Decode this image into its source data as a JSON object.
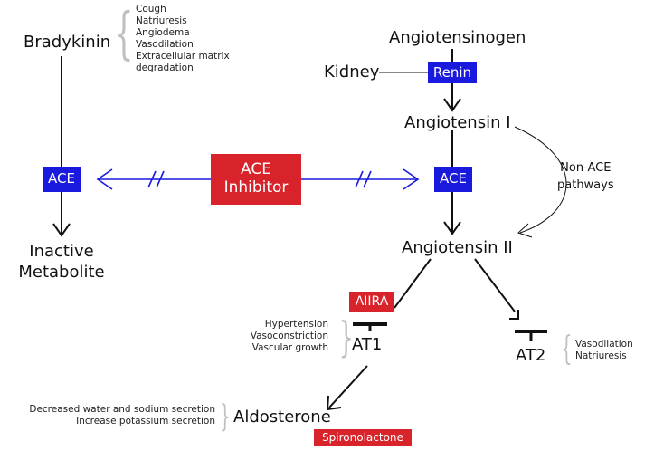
{
  "colors": {
    "blue": "#1a1adf",
    "red": "#d8232a",
    "arrow": "#111111",
    "brace": "#bfbfbf"
  },
  "nodes": {
    "bradykinin": "Bradykinin",
    "angiotensinogen": "Angiotensinogen",
    "kidney": "Kidney",
    "renin": "Renin",
    "angiotensin_i": "Angiotensin I",
    "angiotensin_ii": "Angiotensin II",
    "ace_left": "ACE",
    "ace_right": "ACE",
    "ace_inhibitor": [
      "ACE",
      "Inhibitor"
    ],
    "inactive_metabolite": [
      "Inactive",
      "Metabolite"
    ],
    "non_ace": [
      "Non-ACE",
      "pathways"
    ],
    "aiira": "AIIRA",
    "at1": "AT1",
    "at2": "AT2",
    "aldosterone": "Aldosterone",
    "spironolactone": "Spironolactone"
  },
  "effects": {
    "bradykinin": [
      "Cough",
      "Natriuresis",
      "Angiodema",
      "Vasodilation",
      "Extracellular matrix",
      "degradation"
    ],
    "at1": [
      "Hypertension",
      "Vasoconstriction",
      "Vascular growth"
    ],
    "at2": [
      "Vasodilation",
      "Natriuresis"
    ],
    "aldosterone": [
      "Decreased water and sodium secretion",
      "Increase potassium secretion"
    ]
  }
}
